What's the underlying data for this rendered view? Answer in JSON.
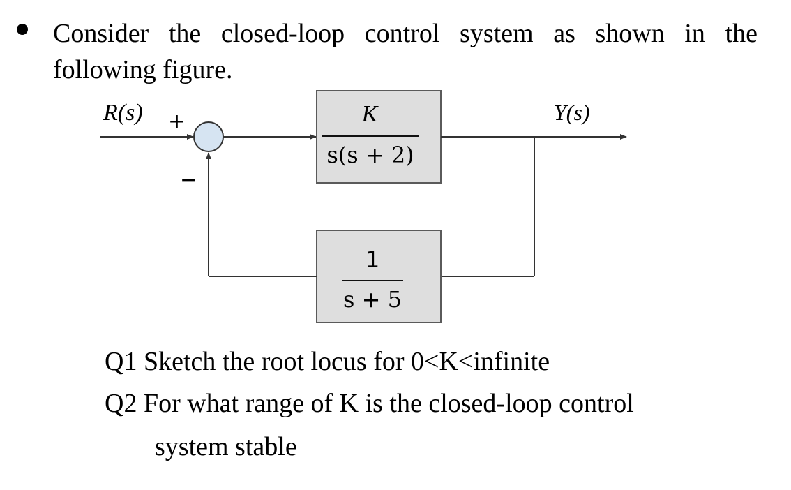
{
  "intro": {
    "line1": "Consider the closed-loop control system as shown in the",
    "line2": "following figure."
  },
  "diagram": {
    "input_label": "R(s)",
    "output_label": "Y(s)",
    "plus_sign": "+",
    "minus_sign": "−",
    "forward_block": {
      "numerator": "K",
      "denominator": "s(s + 2)"
    },
    "feedback_block": {
      "numerator": "1",
      "denominator": "s + 5"
    }
  },
  "questions": {
    "q1": "Q1 Sketch the root locus for 0<K<infinite",
    "q2_line1": "Q2 For what range of K is the closed-loop control",
    "q2_line2": "system stable"
  },
  "colors": {
    "block_fill": "#dedede",
    "block_stroke": "#5a5a5a",
    "summing_fill": "#d6e4f2",
    "line_color": "#333333"
  }
}
